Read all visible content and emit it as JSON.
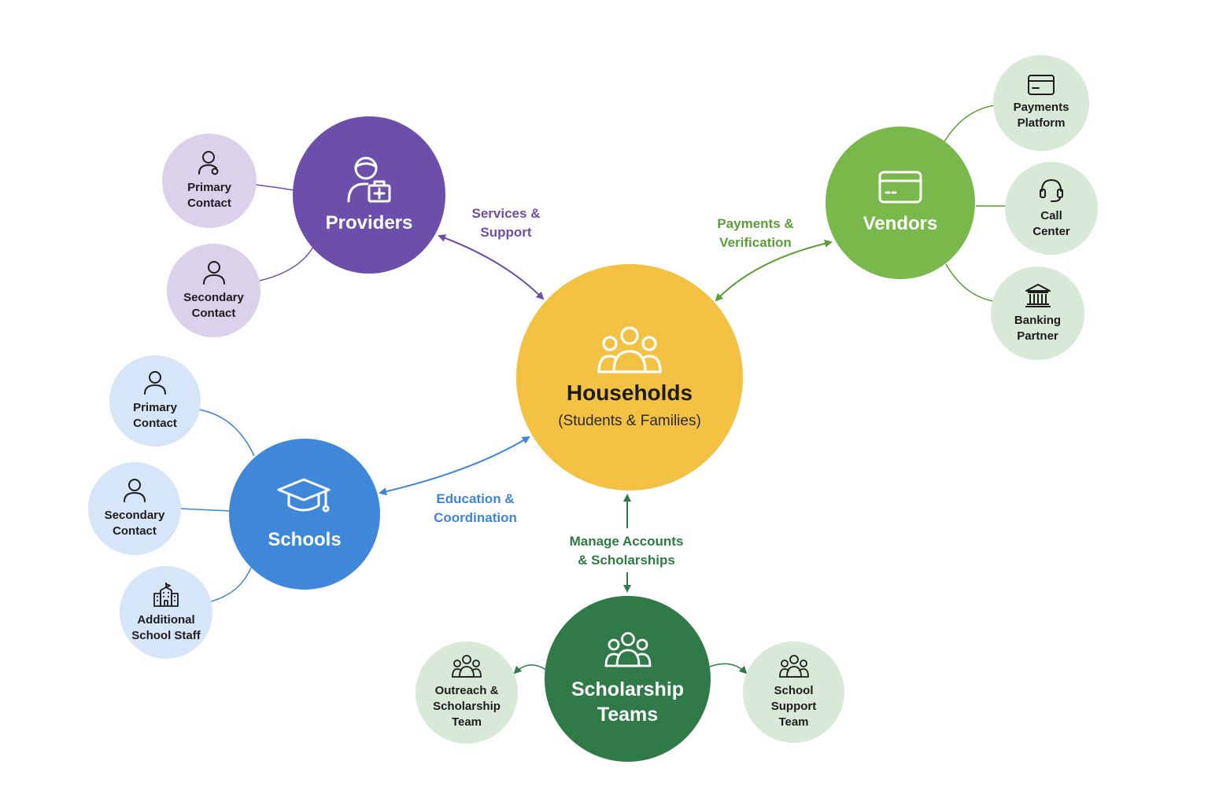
{
  "colors": {
    "households": "#f4c242",
    "providers": "#6b4faa",
    "vendors": "#79b84a",
    "schools": "#3f87d9",
    "scholarship": "#2f7a47",
    "providers_light": "#dcd1ea",
    "schools_light": "#d6e5f7",
    "green_light": "#d8e9d8"
  },
  "hub": {
    "title": "Households",
    "subtitle": "(Students & Families)",
    "icon": "people-group-icon"
  },
  "providers": {
    "title": "Providers",
    "icon": "medical-worker-icon",
    "contacts": [
      {
        "label": "Primary\nContact",
        "icon": "user-icon"
      },
      {
        "label": "Secondary\nContact",
        "icon": "user-icon"
      }
    ]
  },
  "vendors": {
    "title": "Vendors",
    "icon": "credit-card-icon",
    "contacts": [
      {
        "label": "Payments\nPlatform",
        "icon": "card-icon"
      },
      {
        "label": "Call\nCenter",
        "icon": "headset-icon"
      },
      {
        "label": "Banking\nPartner",
        "icon": "bank-icon"
      }
    ]
  },
  "schools": {
    "title": "Schools",
    "icon": "graduation-cap-icon",
    "contacts": [
      {
        "label": "Primary\nContact",
        "icon": "user-icon"
      },
      {
        "label": "Secondary\nContact",
        "icon": "user-icon"
      },
      {
        "label": "Additional\nSchool Staff",
        "icon": "school-building-icon"
      }
    ]
  },
  "scholarship": {
    "title": "Scholarship\nTeams",
    "icon": "team-icon",
    "contacts": [
      {
        "label": "Outreach &\nScholarship\nTeam",
        "icon": "team-icon"
      },
      {
        "label": "School\nSupport\nTeam",
        "icon": "team-icon"
      }
    ]
  },
  "edges": {
    "services": "Services &\nSupport",
    "payments": "Payments &\nVerification",
    "education": "Education &\nCoordination",
    "manage": "Manage Accounts\n& Scholarships"
  }
}
